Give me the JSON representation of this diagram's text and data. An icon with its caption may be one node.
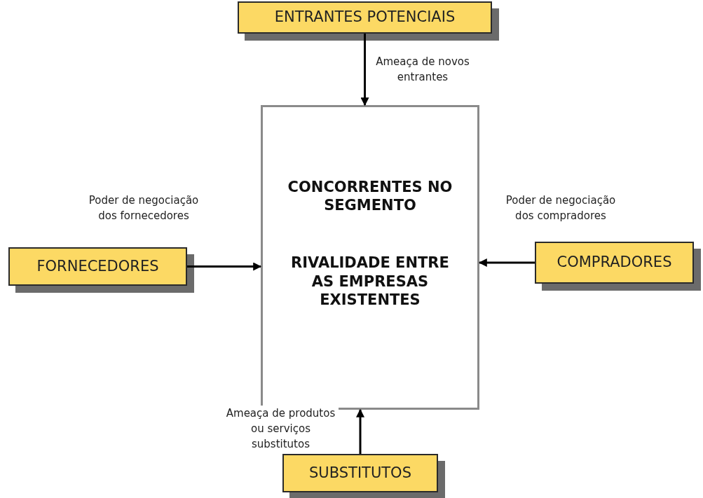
{
  "diagram": {
    "nodes": [
      {
        "text": [
          "ENTRANTES POTENCIAIS"
        ]
      },
      {
        "text": [
          "CONCORRENTES NO SEGMENTO",
          "RIVALIDADE ENTRE AS EMPRESAS EXISTENTES"
        ]
      },
      {
        "text": [
          "FORNECEDORES"
        ]
      },
      {
        "text": [
          "COMPRADORES"
        ]
      },
      {
        "text": [
          "SUBSTITUTOS"
        ]
      }
    ],
    "edges": [
      {
        "from": 0,
        "to": 1,
        "arrow": "to",
        "label": "Ameaça de novos entrantes"
      },
      {
        "from": 2,
        "to": 1,
        "arrow": "to",
        "label": "Poder de negociação dos fornecedores"
      },
      {
        "from": 3,
        "to": 1,
        "arrow": "to",
        "label": "Poder de negociação dos compradores"
      },
      {
        "from": 4,
        "to": 1,
        "arrow": "to",
        "label": "Ameaça de produtos ou serviços substitutos"
      }
    ]
  }
}
